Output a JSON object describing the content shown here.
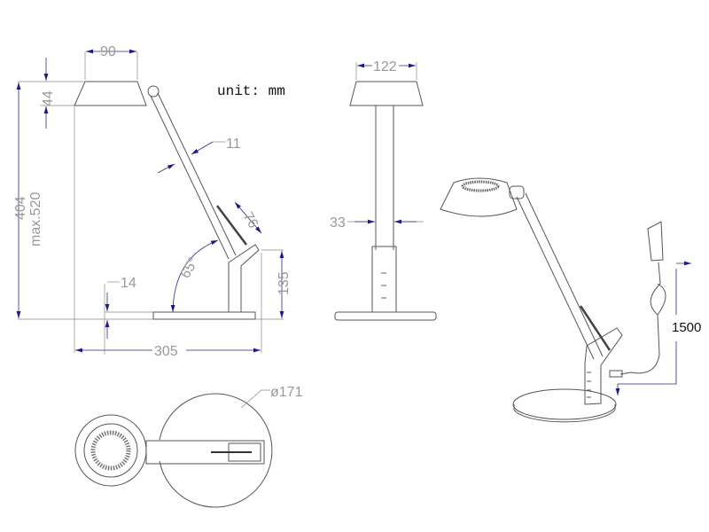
{
  "unit_label": "unit: mm",
  "side_view": {
    "shade_width": "90",
    "shade_height": "44",
    "height": "404",
    "max_height": "max.520",
    "arm_width": "11",
    "joint_length": "76",
    "angle": "65°",
    "base_thickness": "14",
    "post_height": "135",
    "depth": "305"
  },
  "front_view": {
    "shade_width": "122",
    "pole_width": "33"
  },
  "top_view": {
    "base_diameter": "ø171"
  },
  "perspective_view": {
    "cable_length": "1500"
  }
}
